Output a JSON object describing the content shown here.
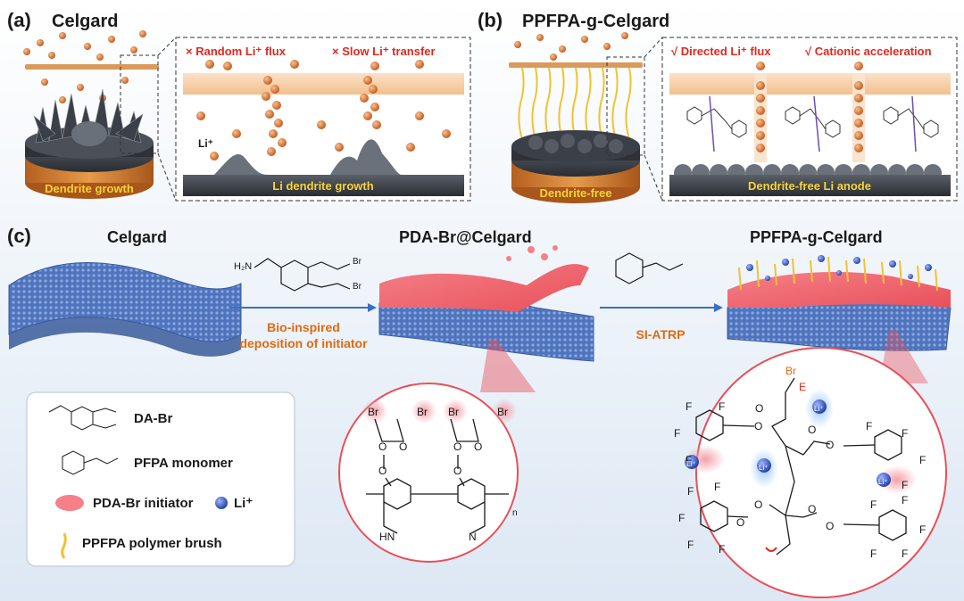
{
  "panel_a": {
    "label": "(a)",
    "title": "Celgard",
    "base_label": "Dendrite growth",
    "inset_note_1": "× Random Li⁺ flux",
    "inset_note_2": "× Slow Li⁺ transfer",
    "ion_label": "Li⁺",
    "inset_bar_label": "Li dendrite growth"
  },
  "panel_b": {
    "label": "(b)",
    "title": "PPFPA-g-Celgard",
    "base_label": "Dendrite-free",
    "inset_note_1": "√ Directed Li⁺ flux",
    "inset_note_2": "√ Cationic acceleration",
    "inset_bar_label": "Dendrite-free Li anode"
  },
  "panel_c": {
    "label": "(c)",
    "stage_1_title": "Celgard",
    "stage_2_title": "PDA-Br@Celgard",
    "stage_3_title": "PPFPA-g-Celgard",
    "arrow_1_top": "H₂N",
    "arrow_1_label_line1": "Bio-inspired",
    "arrow_1_label_line2": "deposition of initiator",
    "arrow_2_label": "SI-ATRP",
    "legend": {
      "item_1": "DA-Br",
      "item_2": "PFPA monomer",
      "item_3": "PDA-Br initiator",
      "item_4": "Li⁺",
      "item_5": "PPFPA polymer brush"
    },
    "chem_left": {
      "atom_br": "Br",
      "atom_o": "O",
      "atom_hn": "HN",
      "atom_n": "N",
      "subscript_n": "n"
    },
    "chem_right": {
      "atom_br": "Br",
      "atom_e": "E",
      "atom_o": "O",
      "atom_f": "F",
      "atom_li": "Li⁺"
    }
  },
  "colors": {
    "title_dark": "#1a1a1a",
    "orange_text": "#e06a10",
    "red_note": "#e0281e",
    "ion_orange": "#d9702a",
    "separator_peach": "#f6c8a0",
    "substrate_blue": "#5b82c4",
    "initiator_red": "#e8505a",
    "li_blue": "#2b4fb5",
    "brush_yellow": "#f1c232",
    "base_bar": "#3a3d44",
    "copper": "#c8752c"
  }
}
